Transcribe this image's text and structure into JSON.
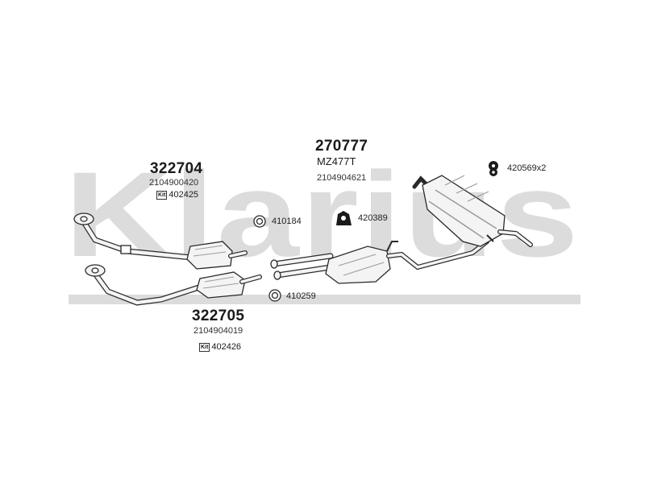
{
  "watermark": {
    "text": "Klarius"
  },
  "parts": {
    "front_cat_a": {
      "number": "322704",
      "oe_ref": "2104900420",
      "kit_badge": "Kit",
      "kit_number": "402425"
    },
    "front_cat_b": {
      "number": "322705",
      "oe_ref": "2104904019",
      "kit_badge": "Kit",
      "kit_number": "402426"
    },
    "middle_silencer": {
      "number": "270777",
      "alt_ref": "MZ477T",
      "oe_ref": "2104904621"
    }
  },
  "fittings": {
    "ring_410184": "410184",
    "mount_420389": "420389",
    "ring_410259": "410259",
    "mount_420569": "420569x2"
  },
  "colors": {
    "watermark": "#dcdcdc",
    "line": "#2a2a2a",
    "fill": "#f4f4f4",
    "shade": "#9a9a9a"
  }
}
